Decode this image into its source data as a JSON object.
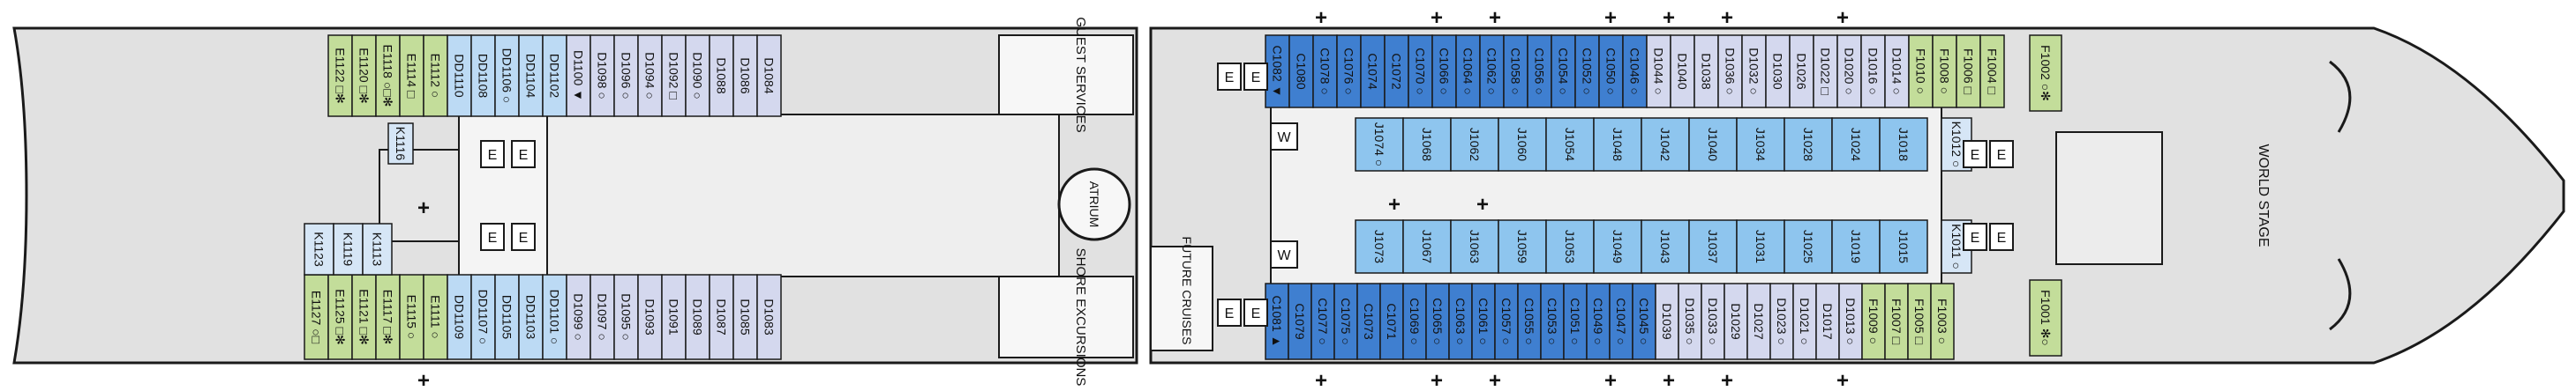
{
  "legend_colors": {
    "green": "#c3dd9a",
    "light_blue": "#bcdaf4",
    "mid_blue": "#8ec5ee",
    "dark_blue": "#3f7fd0",
    "lavender": "#d4d8ee",
    "pale_blue": "#d6e6f6",
    "hull": "#e1e1e1",
    "line": "#1a1a1a"
  },
  "areas": {
    "guest_services": "GUEST SERVICES",
    "shore_excursions": "SHORE EXCURSIONS",
    "atrium": "ATRIUM",
    "future_cruises": "FUTURE CRUISES",
    "world_stage": "WORLD STAGE",
    "elevator": "E",
    "washroom": "W"
  },
  "cabins": {
    "aft_top": [
      {
        "id": "E1122",
        "c": "green",
        "mark": "□✻"
      },
      {
        "id": "E1120",
        "c": "green",
        "mark": "□✻"
      },
      {
        "id": "E1118",
        "c": "green",
        "mark": "○□✻"
      },
      {
        "id": "E1114",
        "c": "green",
        "mark": "□"
      },
      {
        "id": "E1112",
        "c": "green",
        "mark": "○"
      },
      {
        "id": "DD1110",
        "c": "light_blue",
        "mark": ""
      },
      {
        "id": "DD1108",
        "c": "light_blue",
        "mark": ""
      },
      {
        "id": "DD1106",
        "c": "light_blue",
        "mark": "○"
      },
      {
        "id": "DD1104",
        "c": "light_blue",
        "mark": ""
      },
      {
        "id": "DD1102",
        "c": "light_blue",
        "mark": ""
      },
      {
        "id": "D1100",
        "c": "lavender",
        "mark": "▼"
      },
      {
        "id": "D1098",
        "c": "lavender",
        "mark": "○"
      },
      {
        "id": "D1096",
        "c": "lavender",
        "mark": "○"
      },
      {
        "id": "D1094",
        "c": "lavender",
        "mark": "○"
      },
      {
        "id": "D1092",
        "c": "lavender",
        "mark": "□"
      },
      {
        "id": "D1090",
        "c": "lavender",
        "mark": "○"
      },
      {
        "id": "D1088",
        "c": "lavender",
        "mark": ""
      },
      {
        "id": "D1086",
        "c": "lavender",
        "mark": ""
      },
      {
        "id": "D1084",
        "c": "lavender",
        "mark": ""
      }
    ],
    "aft_bottom": [
      {
        "id": "E1127",
        "c": "green",
        "mark": "○□"
      },
      {
        "id": "E1125",
        "c": "green",
        "mark": "□✻"
      },
      {
        "id": "E1121",
        "c": "green",
        "mark": "□✻"
      },
      {
        "id": "E1117",
        "c": "green",
        "mark": "□✻"
      },
      {
        "id": "E1115",
        "c": "green",
        "mark": "○"
      },
      {
        "id": "E1111",
        "c": "green",
        "mark": "○"
      },
      {
        "id": "DD1109",
        "c": "light_blue",
        "mark": ""
      },
      {
        "id": "DD1107",
        "c": "light_blue",
        "mark": "○"
      },
      {
        "id": "DD1105",
        "c": "light_blue",
        "mark": ""
      },
      {
        "id": "DD1103",
        "c": "light_blue",
        "mark": ""
      },
      {
        "id": "DD1101",
        "c": "light_blue",
        "mark": "○"
      },
      {
        "id": "D1099",
        "c": "lavender",
        "mark": "○"
      },
      {
        "id": "D1097",
        "c": "lavender",
        "mark": "○"
      },
      {
        "id": "D1095",
        "c": "lavender",
        "mark": "○"
      },
      {
        "id": "D1093",
        "c": "lavender",
        "mark": ""
      },
      {
        "id": "D1091",
        "c": "lavender",
        "mark": ""
      },
      {
        "id": "D1089",
        "c": "lavender",
        "mark": ""
      },
      {
        "id": "D1087",
        "c": "lavender",
        "mark": ""
      },
      {
        "id": "D1085",
        "c": "lavender",
        "mark": ""
      },
      {
        "id": "D1083",
        "c": "lavender",
        "mark": ""
      }
    ],
    "aft_inner_top": [
      {
        "id": "K1116",
        "c": "pale_blue",
        "mark": ""
      }
    ],
    "aft_inner_bottom": [
      {
        "id": "K1123",
        "c": "pale_blue",
        "mark": ""
      },
      {
        "id": "K1119",
        "c": "pale_blue",
        "mark": ""
      },
      {
        "id": "K1113",
        "c": "pale_blue",
        "mark": ""
      }
    ],
    "fwd_top": [
      {
        "id": "C1082",
        "c": "dark_blue",
        "mark": "▼"
      },
      {
        "id": "C1080",
        "c": "dark_blue",
        "mark": ""
      },
      {
        "id": "C1078",
        "c": "dark_blue",
        "mark": "○"
      },
      {
        "id": "C1076",
        "c": "dark_blue",
        "mark": "○"
      },
      {
        "id": "C1074",
        "c": "dark_blue",
        "mark": ""
      },
      {
        "id": "C1072",
        "c": "dark_blue",
        "mark": ""
      },
      {
        "id": "C1070",
        "c": "dark_blue",
        "mark": "○"
      },
      {
        "id": "C1066",
        "c": "dark_blue",
        "mark": "○"
      },
      {
        "id": "C1064",
        "c": "dark_blue",
        "mark": "○"
      },
      {
        "id": "C1062",
        "c": "dark_blue",
        "mark": "○"
      },
      {
        "id": "C1058",
        "c": "dark_blue",
        "mark": "○"
      },
      {
        "id": "C1056",
        "c": "dark_blue",
        "mark": "○"
      },
      {
        "id": "C1054",
        "c": "dark_blue",
        "mark": "○"
      },
      {
        "id": "C1052",
        "c": "dark_blue",
        "mark": "○"
      },
      {
        "id": "C1050",
        "c": "dark_blue",
        "mark": "○"
      },
      {
        "id": "C1046",
        "c": "dark_blue",
        "mark": "○"
      },
      {
        "id": "D1044",
        "c": "lavender",
        "mark": "○"
      },
      {
        "id": "D1040",
        "c": "lavender",
        "mark": ""
      },
      {
        "id": "D1038",
        "c": "lavender",
        "mark": ""
      },
      {
        "id": "D1036",
        "c": "lavender",
        "mark": "○"
      },
      {
        "id": "D1032",
        "c": "lavender",
        "mark": "○"
      },
      {
        "id": "D1030",
        "c": "lavender",
        "mark": ""
      },
      {
        "id": "D1026",
        "c": "lavender",
        "mark": ""
      },
      {
        "id": "D1022",
        "c": "lavender",
        "mark": "□"
      },
      {
        "id": "D1020",
        "c": "lavender",
        "mark": "○"
      },
      {
        "id": "D1016",
        "c": "lavender",
        "mark": "○"
      },
      {
        "id": "D1014",
        "c": "lavender",
        "mark": "○"
      },
      {
        "id": "F1010",
        "c": "green",
        "mark": "○"
      },
      {
        "id": "F1008",
        "c": "green",
        "mark": "○"
      },
      {
        "id": "F1006",
        "c": "green",
        "mark": "□"
      },
      {
        "id": "F1004",
        "c": "green",
        "mark": "□"
      }
    ],
    "fwd_bottom": [
      {
        "id": "C1081",
        "c": "dark_blue",
        "mark": "▲"
      },
      {
        "id": "C1079",
        "c": "dark_blue",
        "mark": ""
      },
      {
        "id": "C1077",
        "c": "dark_blue",
        "mark": "○"
      },
      {
        "id": "C1075",
        "c": "dark_blue",
        "mark": "○"
      },
      {
        "id": "C1073",
        "c": "dark_blue",
        "mark": ""
      },
      {
        "id": "C1071",
        "c": "dark_blue",
        "mark": ""
      },
      {
        "id": "C1069",
        "c": "dark_blue",
        "mark": "○"
      },
      {
        "id": "C1065",
        "c": "dark_blue",
        "mark": "○"
      },
      {
        "id": "C1063",
        "c": "dark_blue",
        "mark": "○"
      },
      {
        "id": "C1061",
        "c": "dark_blue",
        "mark": "○"
      },
      {
        "id": "C1057",
        "c": "dark_blue",
        "mark": "○"
      },
      {
        "id": "C1055",
        "c": "dark_blue",
        "mark": "○"
      },
      {
        "id": "C1053",
        "c": "dark_blue",
        "mark": "○"
      },
      {
        "id": "C1051",
        "c": "dark_blue",
        "mark": "○"
      },
      {
        "id": "C1049",
        "c": "dark_blue",
        "mark": "○"
      },
      {
        "id": "C1047",
        "c": "dark_blue",
        "mark": "○"
      },
      {
        "id": "C1045",
        "c": "dark_blue",
        "mark": "○"
      },
      {
        "id": "D1039",
        "c": "lavender",
        "mark": ""
      },
      {
        "id": "D1035",
        "c": "lavender",
        "mark": "○"
      },
      {
        "id": "D1033",
        "c": "lavender",
        "mark": "○"
      },
      {
        "id": "D1029",
        "c": "lavender",
        "mark": ""
      },
      {
        "id": "D1027",
        "c": "lavender",
        "mark": ""
      },
      {
        "id": "D1023",
        "c": "lavender",
        "mark": "○"
      },
      {
        "id": "D1021",
        "c": "lavender",
        "mark": "○"
      },
      {
        "id": "D1017",
        "c": "lavender",
        "mark": ""
      },
      {
        "id": "D1013",
        "c": "lavender",
        "mark": "○"
      },
      {
        "id": "F1009",
        "c": "green",
        "mark": "○"
      },
      {
        "id": "F1007",
        "c": "green",
        "mark": "□"
      },
      {
        "id": "F1005",
        "c": "green",
        "mark": "□"
      },
      {
        "id": "F1003",
        "c": "green",
        "mark": "○"
      }
    ],
    "fwd_inner_top": [
      {
        "id": "J1074",
        "c": "mid_blue",
        "mark": "○"
      },
      {
        "id": "J1068",
        "c": "mid_blue",
        "mark": ""
      },
      {
        "id": "J1062",
        "c": "mid_blue",
        "mark": ""
      },
      {
        "id": "J1060",
        "c": "mid_blue",
        "mark": ""
      },
      {
        "id": "J1054",
        "c": "mid_blue",
        "mark": ""
      },
      {
        "id": "J1048",
        "c": "mid_blue",
        "mark": ""
      },
      {
        "id": "J1042",
        "c": "mid_blue",
        "mark": ""
      },
      {
        "id": "J1040",
        "c": "mid_blue",
        "mark": ""
      },
      {
        "id": "J1034",
        "c": "mid_blue",
        "mark": ""
      },
      {
        "id": "J1028",
        "c": "mid_blue",
        "mark": ""
      },
      {
        "id": "J1024",
        "c": "mid_blue",
        "mark": ""
      },
      {
        "id": "J1018",
        "c": "mid_blue",
        "mark": ""
      },
      {
        "id": "K1012",
        "c": "pale_blue",
        "mark": "○"
      }
    ],
    "fwd_inner_bottom": [
      {
        "id": "J1073",
        "c": "mid_blue",
        "mark": ""
      },
      {
        "id": "J1067",
        "c": "mid_blue",
        "mark": ""
      },
      {
        "id": "J1063",
        "c": "mid_blue",
        "mark": ""
      },
      {
        "id": "J1059",
        "c": "mid_blue",
        "mark": ""
      },
      {
        "id": "J1053",
        "c": "mid_blue",
        "mark": ""
      },
      {
        "id": "J1049",
        "c": "mid_blue",
        "mark": ""
      },
      {
        "id": "J1043",
        "c": "mid_blue",
        "mark": ""
      },
      {
        "id": "J1037",
        "c": "mid_blue",
        "mark": ""
      },
      {
        "id": "J1031",
        "c": "mid_blue",
        "mark": ""
      },
      {
        "id": "J1025",
        "c": "mid_blue",
        "mark": ""
      },
      {
        "id": "J1019",
        "c": "mid_blue",
        "mark": ""
      },
      {
        "id": "J1015",
        "c": "mid_blue",
        "mark": ""
      },
      {
        "id": "K1011",
        "c": "pale_blue",
        "mark": "○"
      }
    ],
    "bow_top": {
      "id": "F1002",
      "c": "green",
      "mark": "○✻"
    },
    "bow_bottom": {
      "id": "F1001",
      "c": "green",
      "mark": "✻○"
    }
  },
  "markers": {
    "plus": "+"
  }
}
